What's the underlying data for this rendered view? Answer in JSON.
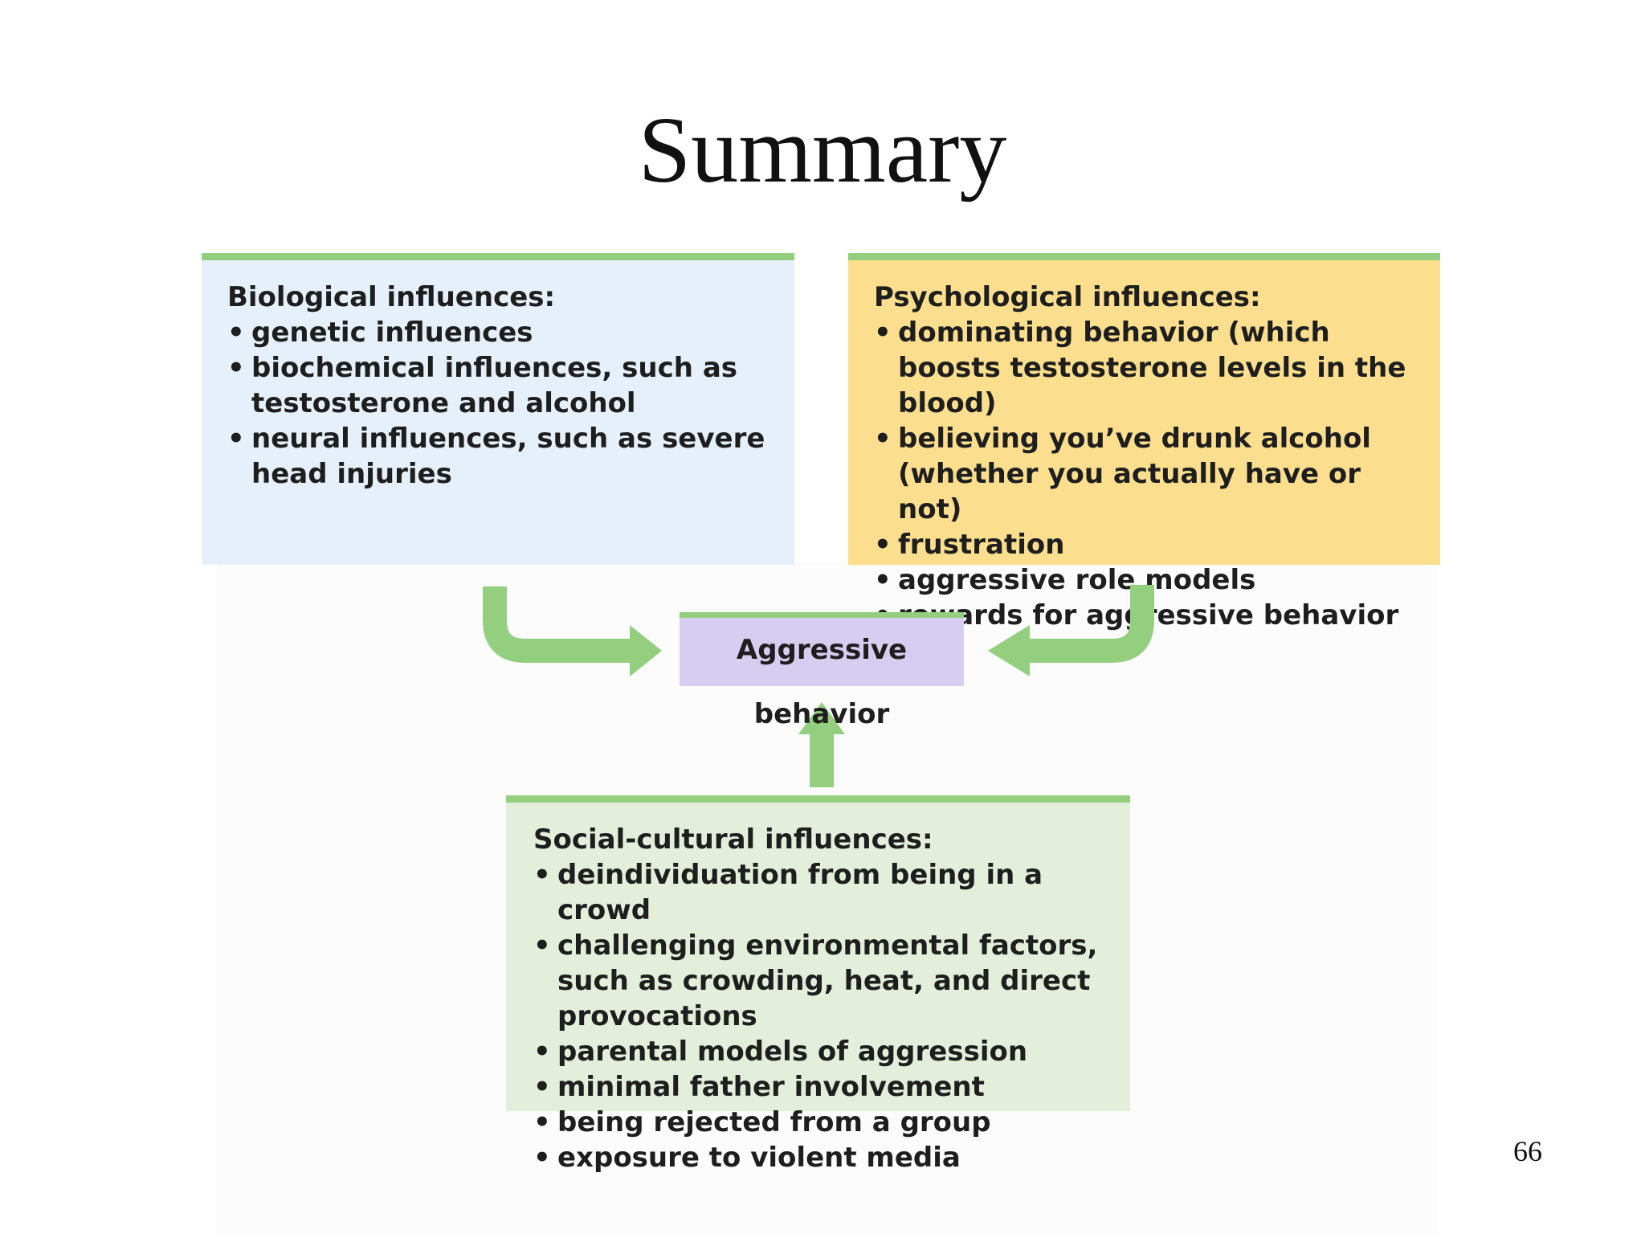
{
  "slide": {
    "title": "Summary",
    "page_number": "66"
  },
  "diagram": {
    "center": {
      "label": "Aggressive behavior"
    },
    "biological": {
      "heading": "Biological influences:",
      "items": [
        "genetic influences",
        "biochemical influences, such as testosterone and alcohol",
        "neural influences, such as severe head injuries"
      ]
    },
    "psychological": {
      "heading": "Psychological influences:",
      "items": [
        "dominating behavior (which boosts testosterone levels in the blood)",
        "believing you’ve drunk alcohol (whether you actually have or not)",
        "frustration",
        "aggressive role models",
        "rewards for aggressive behavior"
      ]
    },
    "social_cultural": {
      "heading": "Social-cultural influences:",
      "items": [
        "deindividuation from being in a crowd",
        "challenging environmental factors, such as crowding, heat, and direct provocations",
        "parental models of aggression",
        "minimal father involvement",
        "being rejected from a group",
        "exposure to violent media"
      ]
    }
  },
  "colors": {
    "accent_green": "#93cf7e",
    "biological_fill": "#e6f0fa",
    "psychological_fill": "#fbdf8f",
    "social_fill": "#e4efdb",
    "center_fill": "#d6cdf0"
  }
}
